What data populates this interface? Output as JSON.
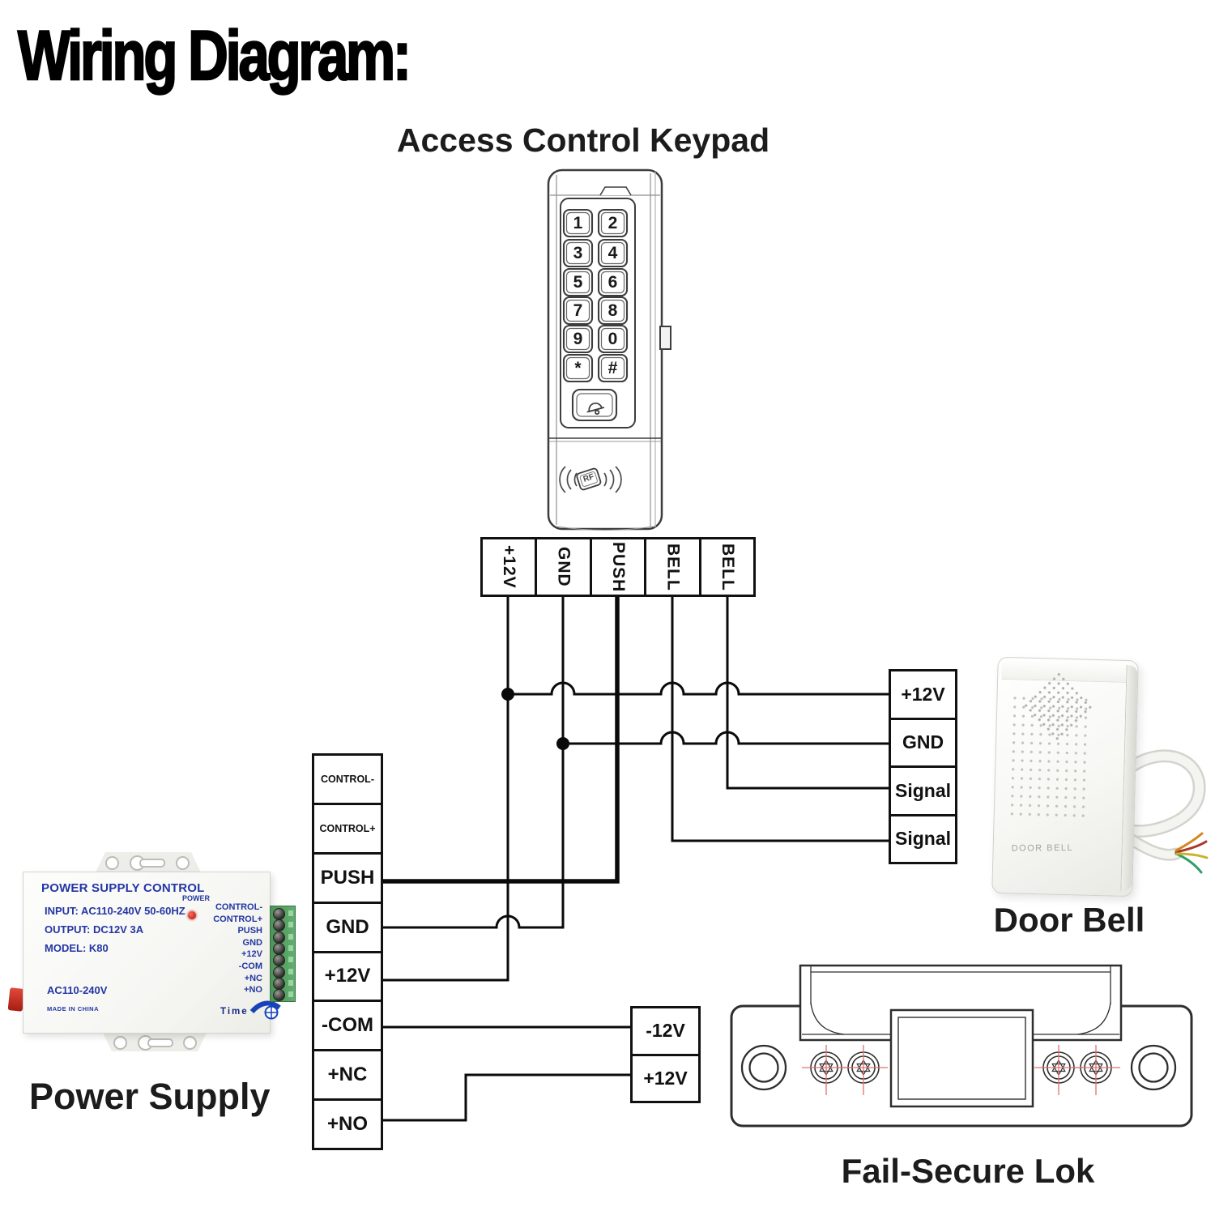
{
  "title": "Wiring Diagram:",
  "keypad": {
    "heading": "Access Control Keypad",
    "keys": [
      "1",
      "2",
      "3",
      "4",
      "5",
      "6",
      "7",
      "8",
      "9",
      "0",
      "*",
      "#"
    ],
    "rf_label": "RF",
    "terminals": [
      "+12V",
      "GND",
      "PUSH",
      "BELL",
      "BELL"
    ]
  },
  "strip": {
    "terminals": [
      "CONTROL-",
      "CONTROL+",
      "PUSH",
      "GND",
      "+12V",
      "-COM",
      "+NC",
      "+NO"
    ]
  },
  "psu": {
    "label": "Power Supply",
    "header": "POWER SUPPLY CONTROL",
    "power_label": "POWER",
    "input": "INPUT: AC110-240V 50-60HZ",
    "output": "OUTPUT: DC12V 3A",
    "model": "MODEL: K80",
    "voltage": "AC110-240V",
    "made_in": "MADE IN CHINA",
    "time_label": "Time",
    "terminal_labels": [
      "CONTROL-",
      "CONTROL+",
      "PUSH",
      "GND",
      "+12V",
      "-COM",
      "+NC",
      "+NO"
    ]
  },
  "bell": {
    "label": "Door Bell",
    "device_text": "DOOR BELL",
    "terminals": [
      "+12V",
      "GND",
      "Signal",
      "Signal"
    ]
  },
  "lock": {
    "label": "Fail-Secure Lok",
    "terminals": [
      "-12V",
      "+12V"
    ]
  },
  "connections": [
    {
      "from": "keypad +12V",
      "to": "door bell +12V and power supply strip +12V"
    },
    {
      "from": "keypad GND",
      "to": "door bell GND and power supply strip GND"
    },
    {
      "from": "keypad PUSH",
      "to": "power supply strip PUSH"
    },
    {
      "from": "keypad BELL",
      "to": "door bell Signal"
    },
    {
      "from": "keypad BELL",
      "to": "door bell Signal"
    },
    {
      "from": "strip -COM",
      "to": "lock -12V"
    },
    {
      "from": "strip +NO",
      "to": "lock +12V"
    }
  ],
  "colors": {
    "wire": "#0a0a0a",
    "psu_text_blue": "#2336a3",
    "led_red": "#c0160a",
    "terminal_green": "#58a263",
    "crosshair_red": "#e0716f"
  }
}
